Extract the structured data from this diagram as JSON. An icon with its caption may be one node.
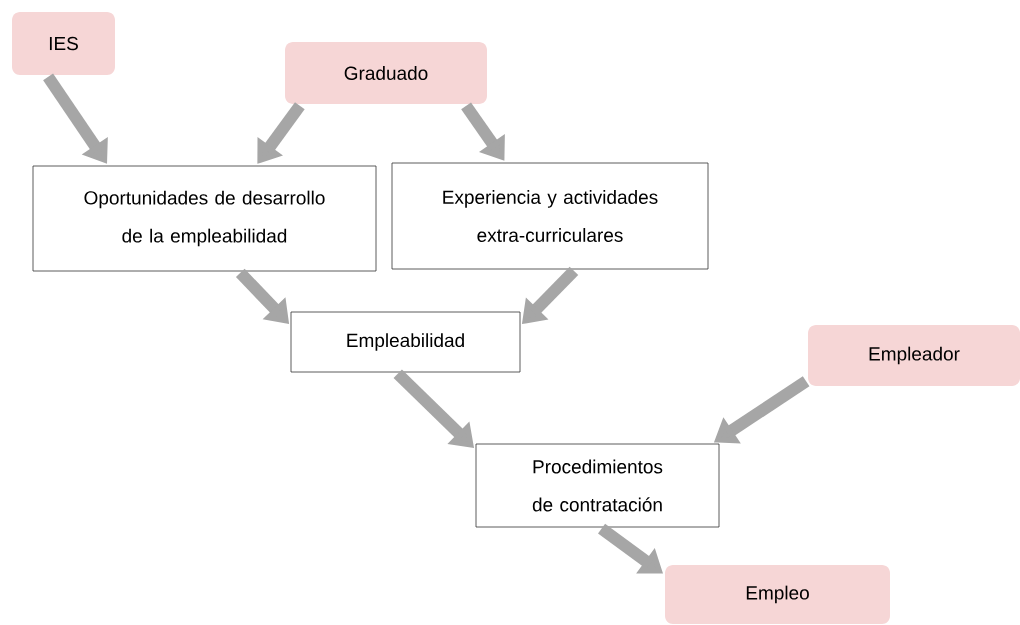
{
  "diagram": {
    "nodes": [
      {
        "text": [
          "IES"
        ]
      },
      {
        "text": [
          "Graduado"
        ]
      },
      {
        "text": [
          "Oportunidades de desarrollo de la empleabilidad"
        ]
      },
      {
        "text": [
          "Experiencia y actividades extra-curriculares"
        ]
      },
      {
        "text": [
          "Empleabilidad"
        ]
      },
      {
        "text": [
          "Empleador"
        ]
      },
      {
        "text": [
          "Procedimientos de contratación"
        ]
      },
      {
        "text": [
          "Empleo"
        ]
      }
    ],
    "edges": [
      {
        "from": 0,
        "to": 2,
        "arrow": "to"
      },
      {
        "from": 1,
        "to": 2,
        "arrow": "to"
      },
      {
        "from": 1,
        "to": 3,
        "arrow": "to"
      },
      {
        "from": 2,
        "to": 4,
        "arrow": "to"
      },
      {
        "from": 3,
        "to": 4,
        "arrow": "to"
      },
      {
        "from": 4,
        "to": 6,
        "arrow": "to"
      },
      {
        "from": 5,
        "to": 6,
        "arrow": "to"
      },
      {
        "from": 6,
        "to": 7,
        "arrow": "to"
      }
    ]
  }
}
